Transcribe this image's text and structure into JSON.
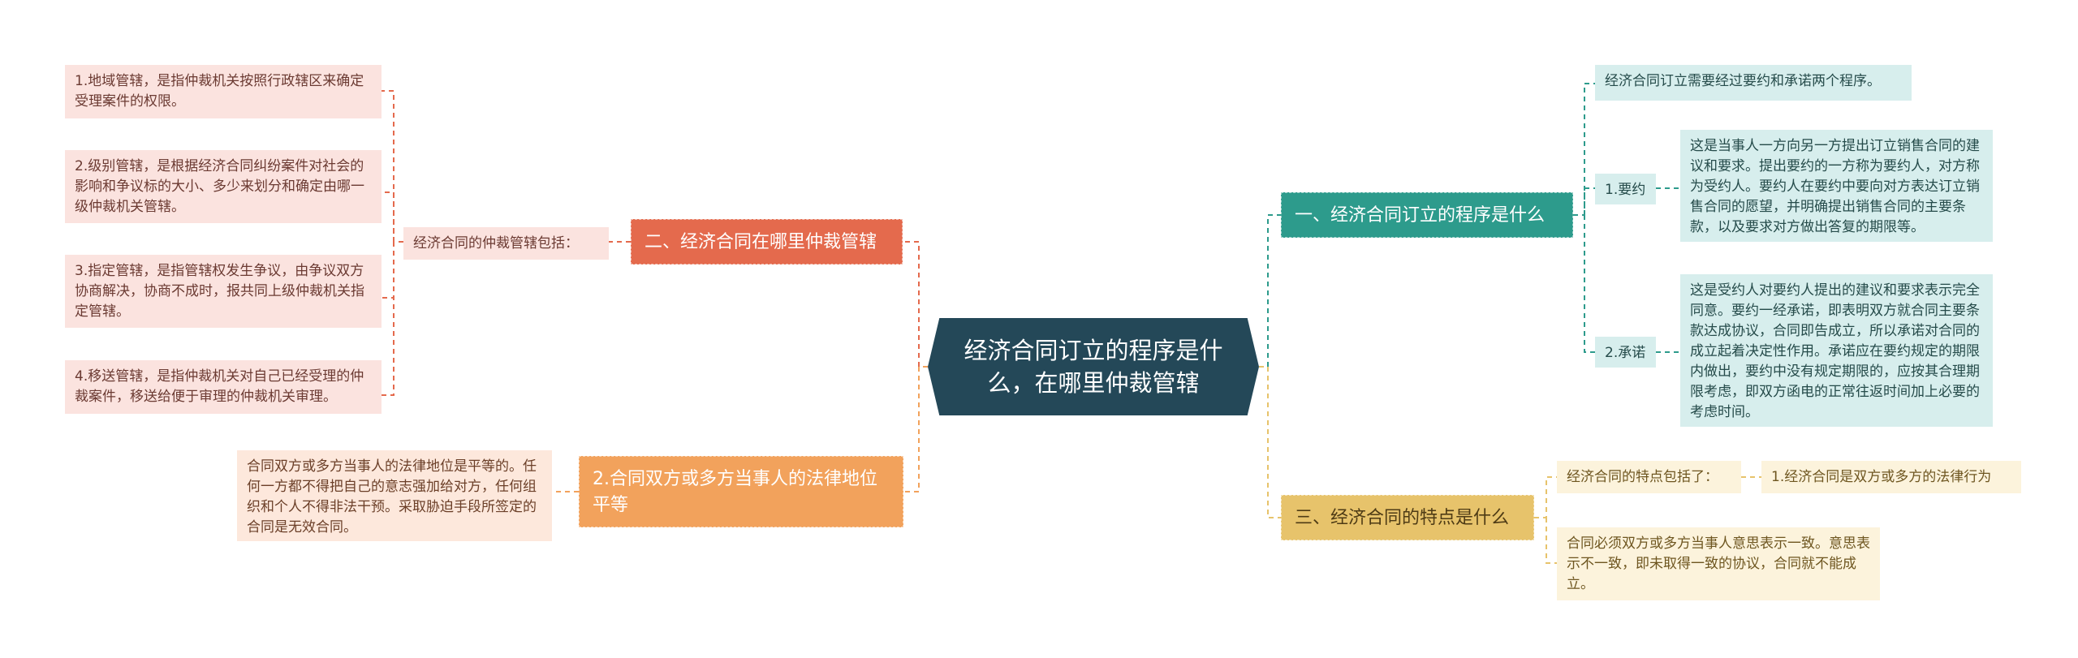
{
  "center": {
    "title": "经济合同订立的程序是什么，在哪里仲裁管辖"
  },
  "branch_1": {
    "title": "一、经济合同订立的程序是什么",
    "intro": "经济合同订立需要经过要约和承诺两个程序。",
    "offer_label": "1.要约",
    "offer_text": "这是当事人一方向另一方提出订立销售合同的建议和要求。提出要约的一方称为要约人，对方称为受约人。要约人在要约中要向对方表达订立销售合同的愿望，并明确提出销售合同的主要条款，以及要求对方做出答复的期限等。",
    "accept_label": "2.承诺",
    "accept_text": "这是受约人对要约人提出的建议和要求表示完全同意。要约一经承诺，即表明双方就合同主要条款达成协议，合同即告成立，所以承诺对合同的成立起着决定性作用。承诺应在要约规定的期限内做出，要约中没有规定期限的，应按其合理期限考虑，即双方函电的正常往返时间加上必要的考虑时间。"
  },
  "branch_2": {
    "title": "二、经济合同在哪里仲裁管辖",
    "sub_label": "经济合同的仲裁管辖包括：",
    "items": [
      "1.地域管辖，是指仲裁机关按照行政辖区来确定受理案件的权限。",
      "2.级别管辖，是根据经济合同纠纷案件对社会的影响和争议标的大小、多少来划分和确定由哪一级仲裁机关管辖。",
      "3.指定管辖，是指管辖权发生争议，由争议双方协商解决，协商不成时，报共同上级仲裁机关指定管辖。",
      "4.移送管辖，是指仲裁机关对自己已经受理的仲裁案件，移送给便于审理的仲裁机关审理。"
    ]
  },
  "branch_3": {
    "title": "三、经济合同的特点是什么",
    "sub_label": "经济合同的特点包括了：",
    "point_1": "1.经济合同是双方或多方的法律行为",
    "detail": "合同必须双方或多方当事人意思表示一致。意思表示不一致，即未取得一致的协议，合同就不能成立。"
  },
  "branch_4": {
    "title": "2.合同双方或多方当事人的法律地位平等",
    "detail": "合同双方或多方当事人的法律地位是平等的。任何一方都不得把自己的意志强加给对方，任何组织和个人不得非法干预。采取胁迫手段所签定的合同是无效合同。"
  },
  "colors": {
    "center": "#244858",
    "branch_1": "#2d9b8c",
    "branch_2": "#e46a4d",
    "branch_3": "#e7c36b",
    "branch_4": "#f2a25c"
  }
}
